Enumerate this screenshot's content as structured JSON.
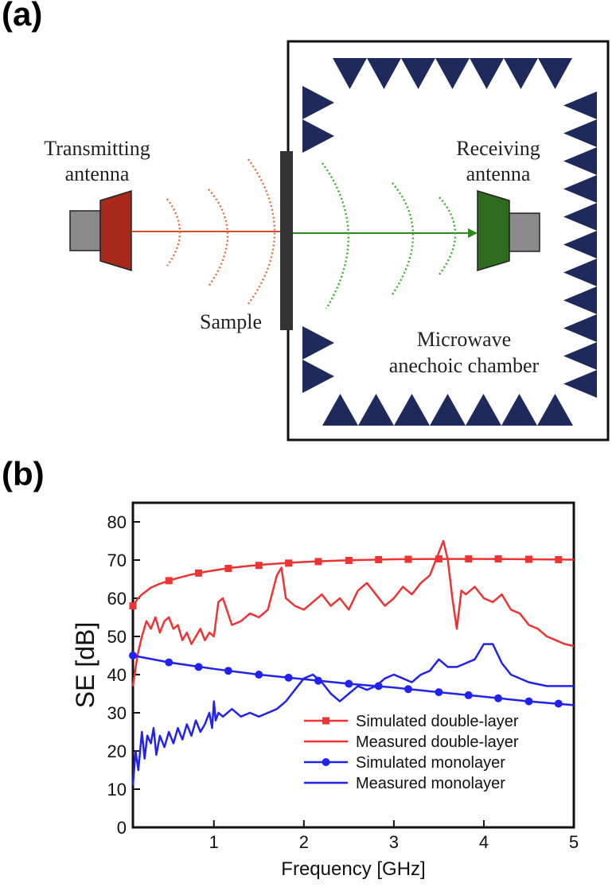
{
  "panel_a": {
    "label": "(a)",
    "transmitting_line1": "Transmitting",
    "transmitting_line2": "antenna",
    "receiving_line1": "Receiving",
    "receiving_line2": "antenna",
    "sample": "Sample",
    "chamber_line1": "Microwave",
    "chamber_line2": "anechoic chamber",
    "colors": {
      "tx_horn": "#a52a1a",
      "rx_horn": "#2e6b1f",
      "connector": "#8a8a8a",
      "absorber": "#1f2a5c",
      "tx_wave": "#e07040",
      "rx_wave": "#40b030",
      "sample": "#333333"
    }
  },
  "panel_b": {
    "label": "(b)"
  },
  "chart_data": {
    "type": "line",
    "xlabel": "Frequency [GHz]",
    "ylabel": "SE [dB]",
    "xlim": [
      0.1,
      5
    ],
    "ylim": [
      0,
      85
    ],
    "xticks": [
      1,
      2,
      3,
      4,
      5
    ],
    "yticks": [
      0,
      10,
      20,
      30,
      40,
      50,
      60,
      70,
      80
    ],
    "grid": false,
    "legend_position": "bottom-right",
    "series": [
      {
        "name": "Simulated double-layer",
        "color": "#ee3333",
        "marker": "square",
        "x": [
          0.1,
          0.15,
          0.2,
          0.3,
          0.4,
          0.5,
          0.6,
          0.75,
          0.9,
          1.0,
          1.2,
          1.4,
          1.6,
          1.8,
          2.0,
          2.3,
          2.6,
          3.0,
          3.5,
          4.0,
          4.5,
          5.0
        ],
        "y": [
          58,
          59.8,
          61,
          62.8,
          63.8,
          64.6,
          65.3,
          66.2,
          66.9,
          67.3,
          68,
          68.5,
          68.9,
          69.2,
          69.5,
          69.8,
          70,
          70.2,
          70.3,
          70.3,
          70.2,
          70.1
        ],
        "marker_x": [
          0.1,
          0.5,
          0.83,
          1.16,
          1.5,
          1.83,
          2.16,
          2.5,
          2.83,
          3.16,
          3.5,
          3.83,
          4.16,
          4.5,
          4.83
        ],
        "marker_y": [
          58,
          64.6,
          66.6,
          67.8,
          68.6,
          69.2,
          69.6,
          69.9,
          70.1,
          70.2,
          70.3,
          70.3,
          70.3,
          70.2,
          70.1
        ]
      },
      {
        "name": "Measured double-layer",
        "color": "#ee3333",
        "marker": "none",
        "x": [
          0.1,
          0.15,
          0.2,
          0.25,
          0.3,
          0.35,
          0.4,
          0.45,
          0.5,
          0.55,
          0.6,
          0.65,
          0.7,
          0.75,
          0.8,
          0.85,
          0.9,
          0.95,
          1.0,
          1.05,
          1.1,
          1.2,
          1.3,
          1.4,
          1.5,
          1.6,
          1.7,
          1.75,
          1.8,
          1.9,
          2.0,
          2.1,
          2.2,
          2.3,
          2.4,
          2.5,
          2.6,
          2.7,
          2.8,
          2.9,
          3.0,
          3.1,
          3.2,
          3.3,
          3.4,
          3.5,
          3.55,
          3.6,
          3.65,
          3.7,
          3.75,
          3.8,
          3.9,
          4.0,
          4.1,
          4.2,
          4.3,
          4.4,
          4.5,
          4.6,
          4.7,
          4.8,
          4.9,
          5.0
        ],
        "y": [
          37,
          45,
          50,
          54,
          52,
          55,
          51,
          54,
          55,
          52,
          53,
          49,
          51,
          48,
          50,
          52,
          49,
          51,
          50,
          59,
          60,
          53,
          54,
          56,
          55,
          57,
          66,
          68,
          60,
          58,
          57,
          59,
          61,
          58,
          60,
          57,
          62,
          64,
          61,
          58,
          60,
          63,
          61,
          64,
          66,
          72,
          75,
          70,
          60,
          52,
          62,
          61,
          63,
          60,
          59,
          61,
          57,
          56,
          53,
          52,
          50,
          49,
          48,
          47.5
        ]
      },
      {
        "name": "Simulated monolayer",
        "color": "#2222ee",
        "marker": "circle",
        "x": [
          0.1,
          0.5,
          1.0,
          1.5,
          2.0,
          2.5,
          3.0,
          3.5,
          4.0,
          4.5,
          5.0
        ],
        "y": [
          45,
          43.2,
          41.5,
          40,
          38.8,
          37.6,
          36.6,
          35.4,
          34.2,
          33,
          32
        ],
        "marker_x": [
          0.1,
          0.5,
          0.83,
          1.16,
          1.5,
          1.83,
          2.16,
          2.5,
          2.83,
          3.16,
          3.5,
          3.83,
          4.16,
          4.5,
          4.83
        ],
        "marker_y": [
          45,
          43.2,
          42,
          41,
          40,
          39.2,
          38.4,
          37.6,
          37,
          36.2,
          35.4,
          34.6,
          33.8,
          33,
          32.4
        ]
      },
      {
        "name": "Measured monolayer",
        "color": "#2222ee",
        "marker": "none",
        "x": [
          0.1,
          0.13,
          0.16,
          0.2,
          0.23,
          0.26,
          0.3,
          0.33,
          0.36,
          0.4,
          0.45,
          0.5,
          0.55,
          0.6,
          0.65,
          0.7,
          0.75,
          0.8,
          0.85,
          0.9,
          0.95,
          0.98,
          1.0,
          1.02,
          1.05,
          1.1,
          1.2,
          1.3,
          1.4,
          1.5,
          1.6,
          1.7,
          1.8,
          1.9,
          2.0,
          2.1,
          2.2,
          2.3,
          2.4,
          2.5,
          2.6,
          2.7,
          2.8,
          2.9,
          3.0,
          3.1,
          3.2,
          3.3,
          3.4,
          3.5,
          3.6,
          3.7,
          3.8,
          3.9,
          4.0,
          4.1,
          4.2,
          4.3,
          4.5,
          4.7,
          4.9,
          5.0
        ],
        "y": [
          11,
          20,
          15,
          25,
          18,
          24,
          22,
          26,
          19,
          24,
          21,
          25,
          22,
          26,
          23,
          27,
          24,
          28,
          25,
          27,
          30,
          26,
          33,
          28,
          30,
          29,
          31,
          29,
          30,
          29,
          30,
          31,
          33,
          36,
          39,
          40,
          38,
          35,
          33,
          35,
          37,
          36,
          37,
          39,
          40,
          39,
          38,
          40,
          41,
          44,
          42,
          42,
          43,
          44,
          48,
          48,
          43,
          40,
          38,
          37,
          37,
          37
        ]
      }
    ]
  }
}
